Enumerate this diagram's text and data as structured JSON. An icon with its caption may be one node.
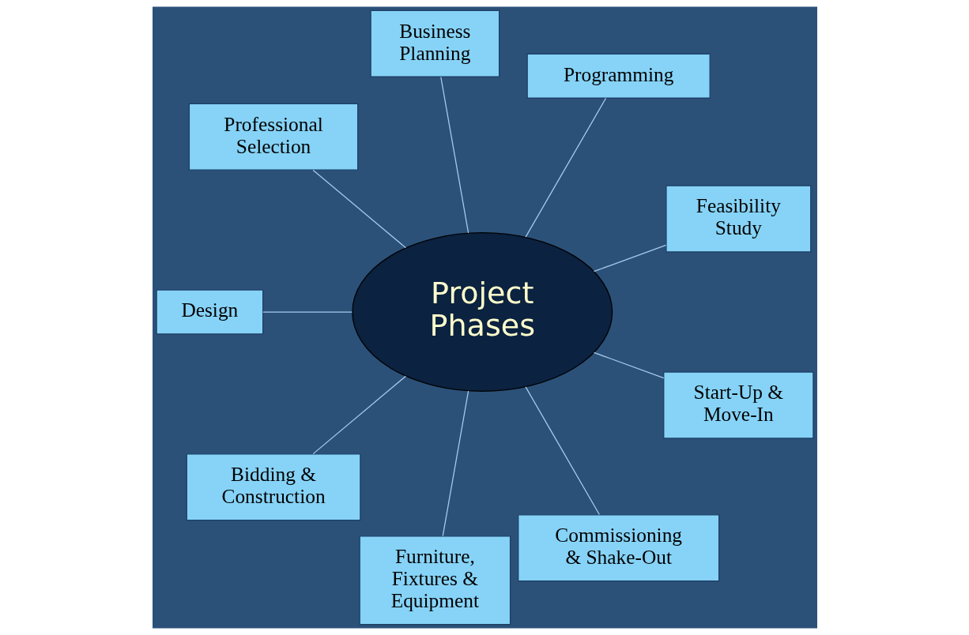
{
  "diagram": {
    "nodes": [
      {
        "text": [
          "Project Phases"
        ]
      },
      {
        "text": [
          "Feasibility Study"
        ]
      },
      {
        "text": [
          "Programming"
        ]
      },
      {
        "text": [
          "Business Planning"
        ]
      },
      {
        "text": [
          "Professional Selection"
        ]
      },
      {
        "text": [
          "Design"
        ]
      },
      {
        "text": [
          "Bidding & Construction"
        ]
      },
      {
        "text": [
          "Furniture, Fixtures & Equipment"
        ]
      },
      {
        "text": [
          "Commissioning & Shake-Out"
        ]
      },
      {
        "text": [
          "Start-Up & Move-In"
        ]
      }
    ],
    "edges": [
      {
        "from": 0,
        "to": 1,
        "arrow": "none"
      },
      {
        "from": 0,
        "to": 2,
        "arrow": "none"
      },
      {
        "from": 0,
        "to": 3,
        "arrow": "none"
      },
      {
        "from": 0,
        "to": 4,
        "arrow": "none"
      },
      {
        "from": 0,
        "to": 5,
        "arrow": "none"
      },
      {
        "from": 0,
        "to": 6,
        "arrow": "none"
      },
      {
        "from": 0,
        "to": 7,
        "arrow": "none"
      },
      {
        "from": 0,
        "to": 8,
        "arrow": "none"
      },
      {
        "from": 0,
        "to": 9,
        "arrow": "none"
      }
    ]
  }
}
